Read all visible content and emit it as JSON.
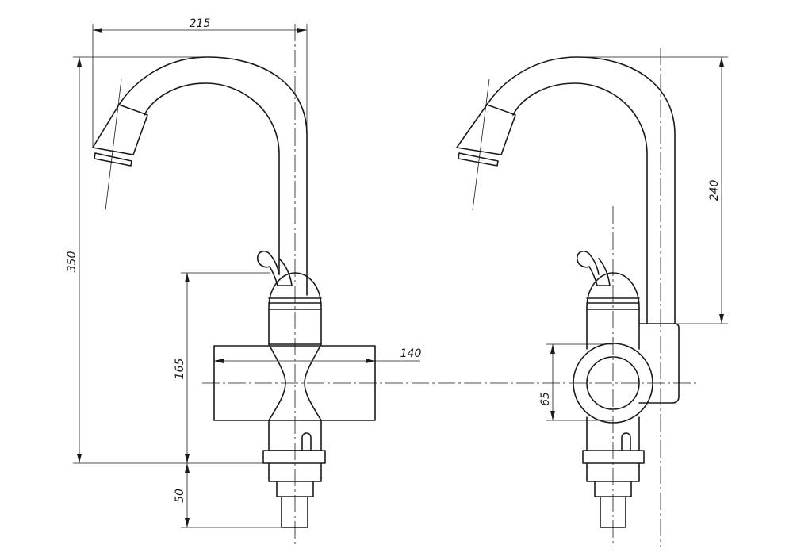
{
  "dimensions": {
    "width_total": "215",
    "height_total": "350",
    "height_body": "165",
    "height_base": "50",
    "width_plate": "140",
    "height_spout": "240",
    "diameter_outlet": "65"
  }
}
